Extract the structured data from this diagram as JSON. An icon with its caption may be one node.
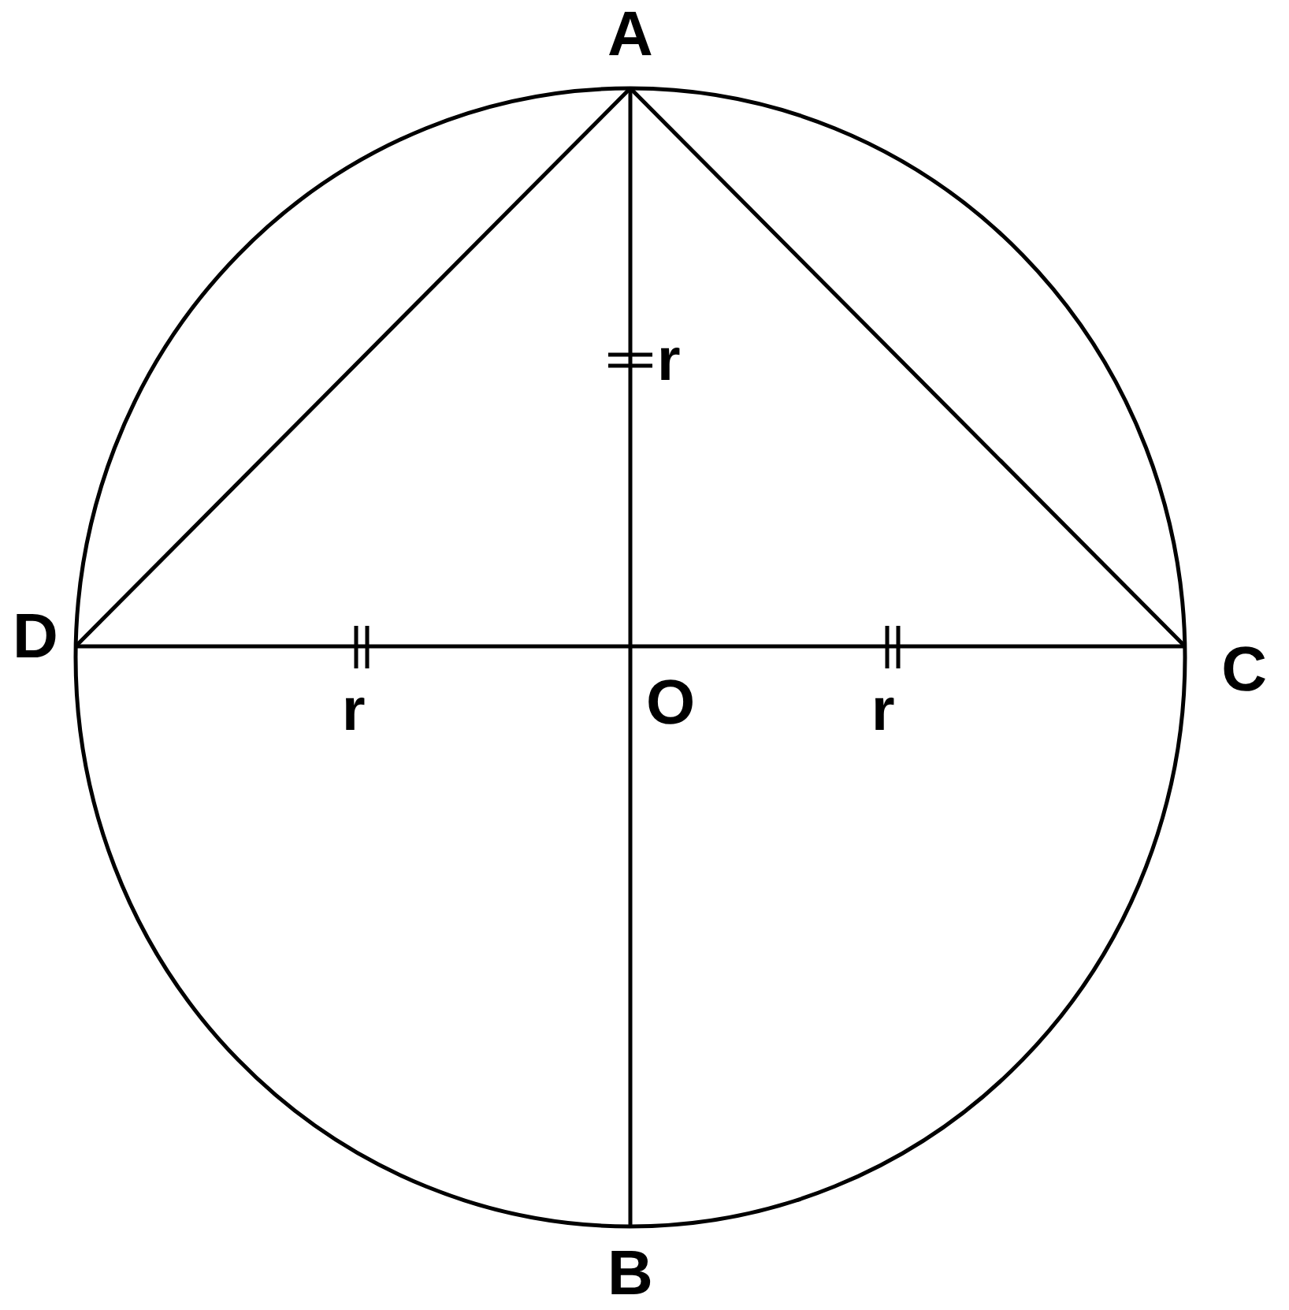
{
  "diagram": {
    "nodes": [
      {
        "text": [
          "A"
        ]
      },
      {
        "text": [
          "D"
        ]
      },
      {
        "text": [
          "O"
        ]
      },
      {
        "text": [
          "C"
        ]
      },
      {
        "text": [
          "B"
        ]
      }
    ],
    "edges": [
      {
        "from": 0,
        "to": 1,
        "arrow": "none"
      },
      {
        "from": 0,
        "to": 3,
        "arrow": "none"
      },
      {
        "from": 0,
        "to": 2,
        "arrow": "none"
      },
      {
        "from": 2,
        "to": 4,
        "arrow": "none"
      },
      {
        "from": 1,
        "to": 2,
        "arrow": "none"
      },
      {
        "from": 2,
        "to": 3,
        "arrow": "none"
      }
    ],
    "labels": [
      "r",
      "r",
      "r"
    ]
  }
}
